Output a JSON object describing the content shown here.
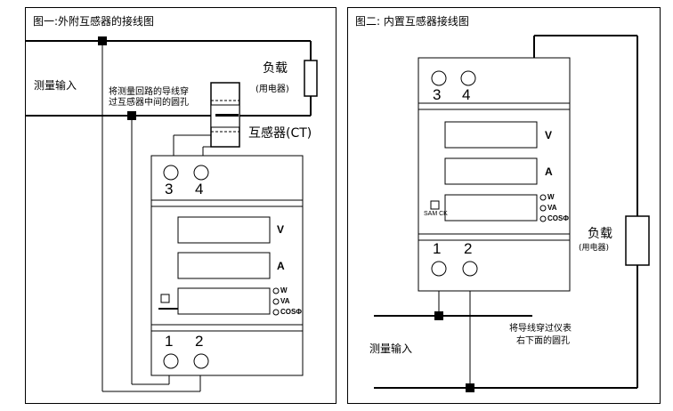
{
  "fig1": {
    "title": "图一:外附互感器的接线图",
    "load_label": "负载",
    "load_sub": "(用电器)",
    "measure_input": "测量输入",
    "note_line1": "将测量回路的导线穿",
    "note_line2": "过互感器中间的圆孔",
    "ct_label": "互感器(CT)",
    "meter": {
      "top_terminals": [
        "3",
        "4"
      ],
      "bottom_terminals": [
        "1",
        "2"
      ],
      "display_units": [
        "V",
        "A"
      ],
      "indicators": [
        "W",
        "VA",
        "COSΦ"
      ]
    }
  },
  "fig2": {
    "title": "图二: 内置互感器接线图",
    "load_label": "负载",
    "load_sub": "(用电器)",
    "measure_input": "测量输入",
    "note_line1": "将导线穿过仪表",
    "note_line2": "右下面的圆孔",
    "meter": {
      "top_terminals": [
        "3",
        "4"
      ],
      "bottom_terminals": [
        "1",
        "2"
      ],
      "display_units": [
        "V",
        "A"
      ],
      "indicators": [
        "W",
        "VA",
        "COSΦ"
      ],
      "button_label": "SAM CK"
    }
  }
}
